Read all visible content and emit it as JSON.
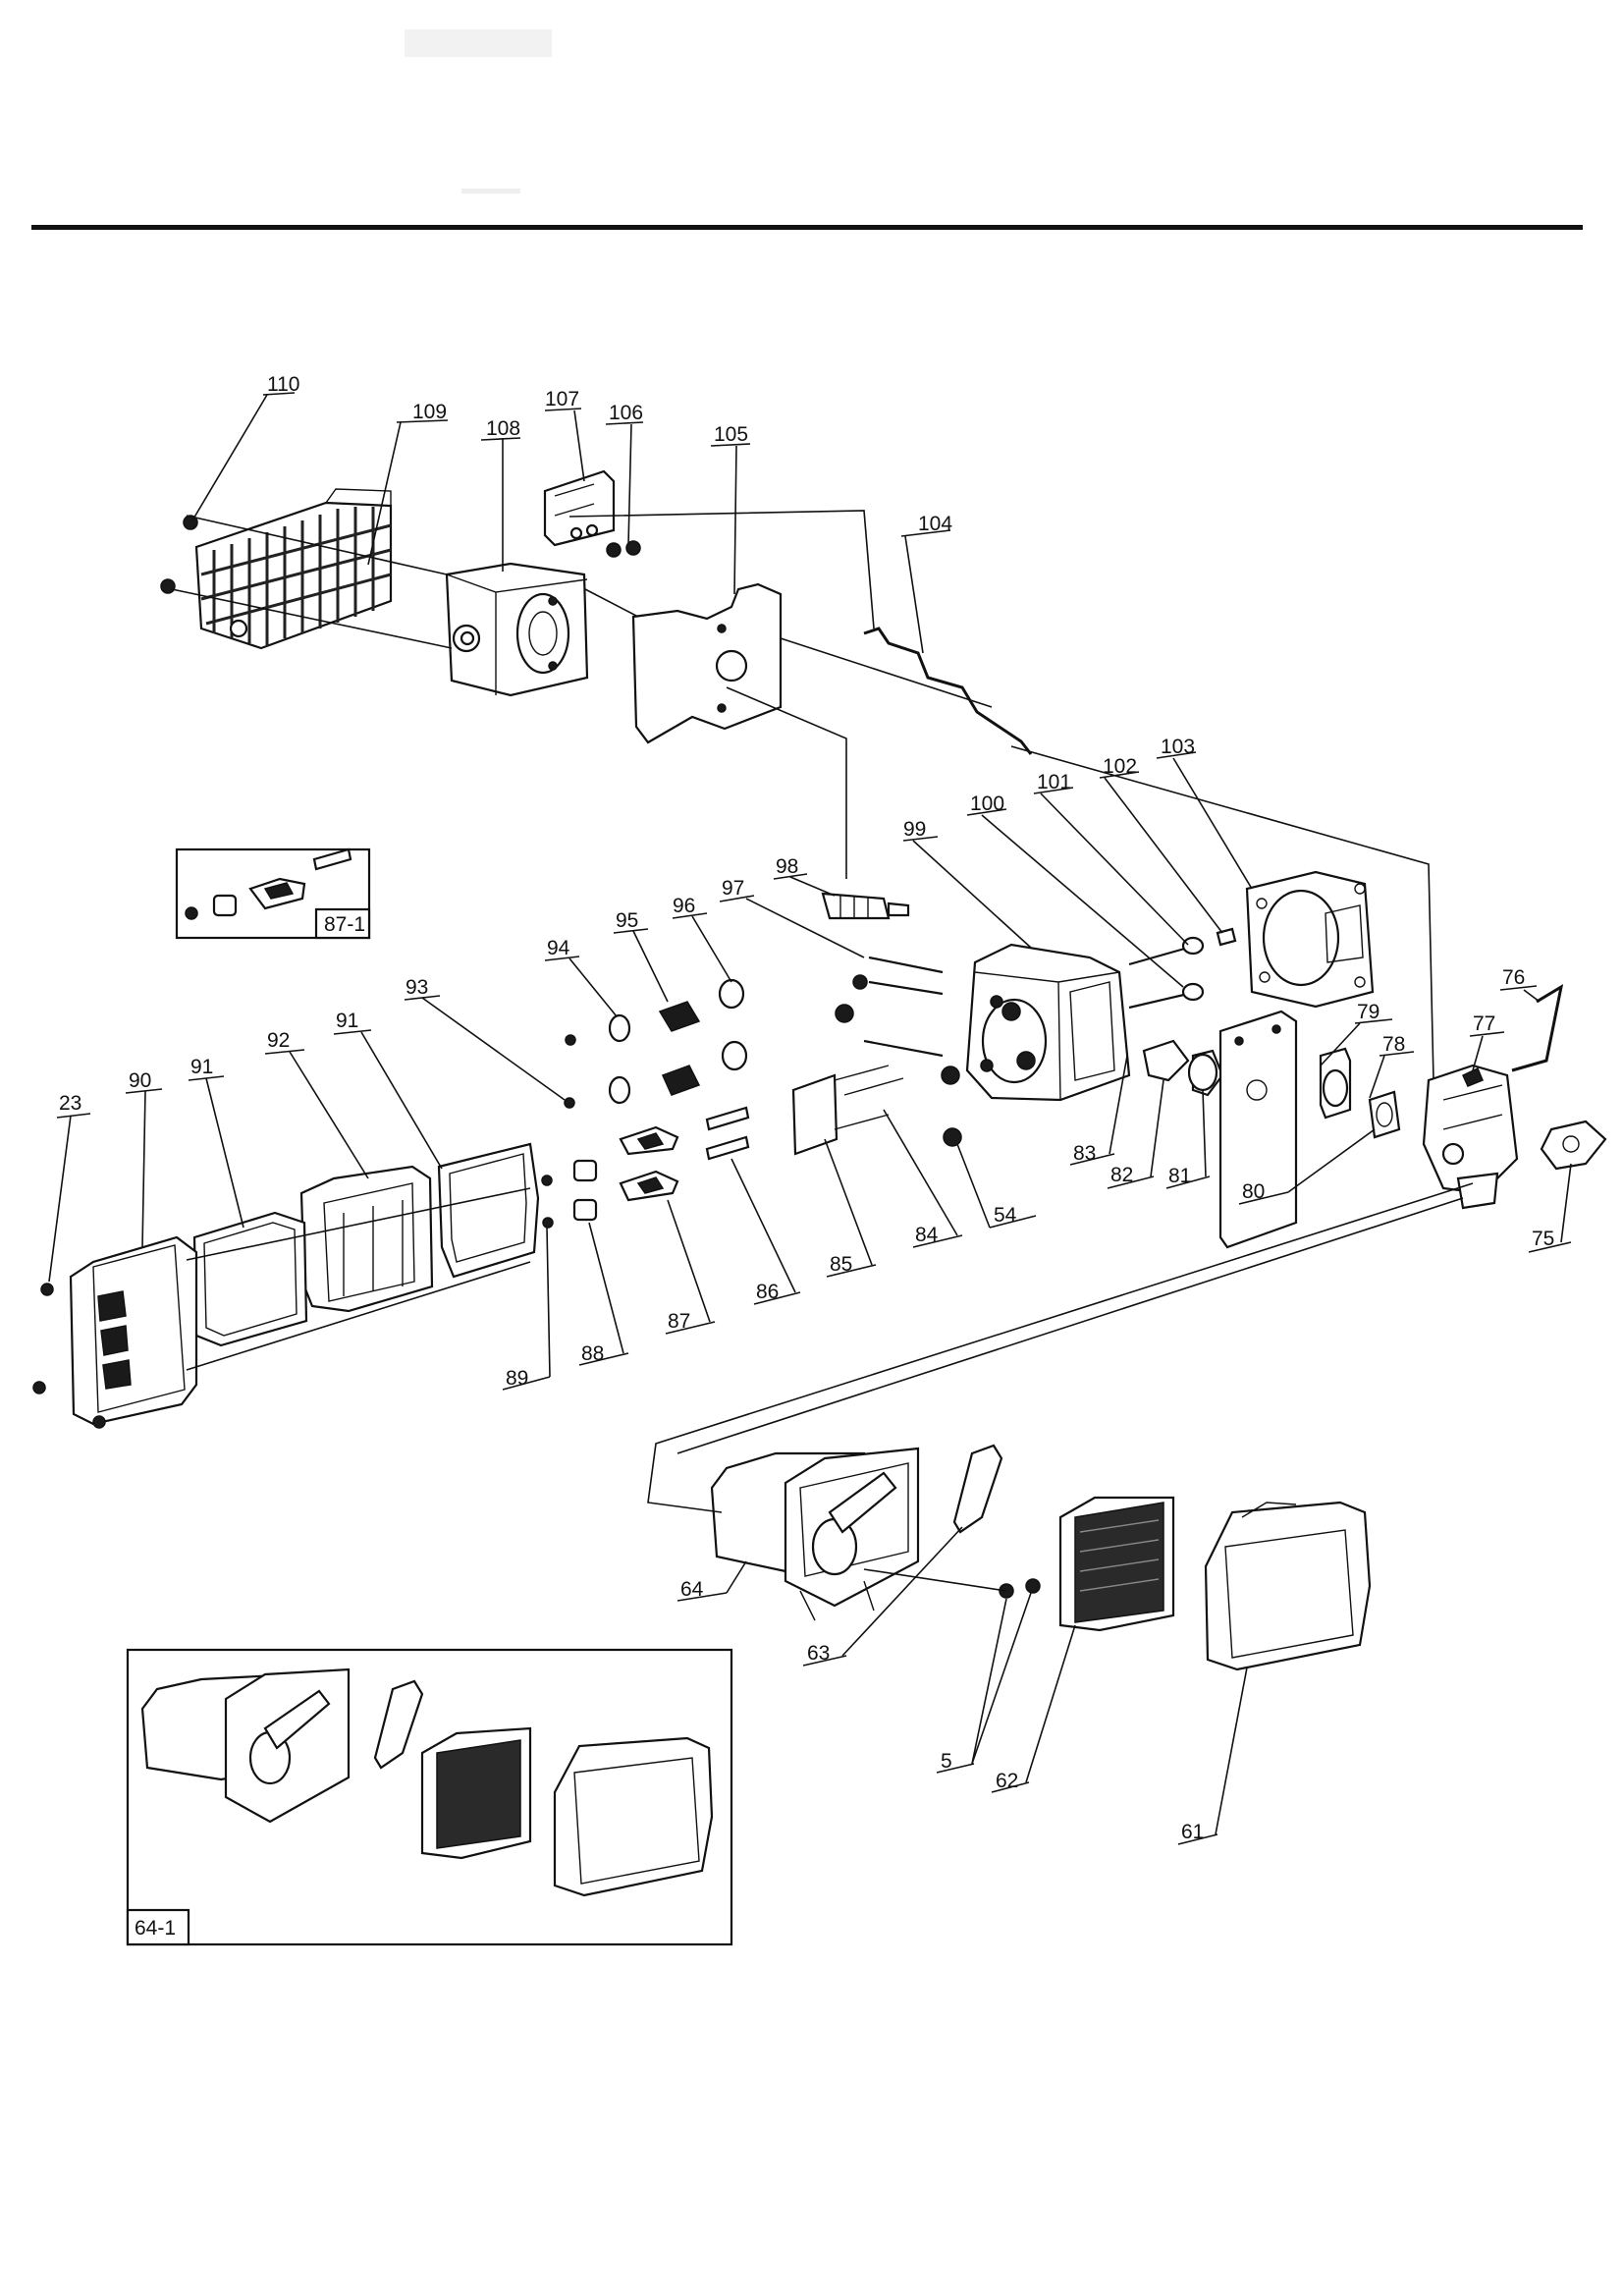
{
  "diagram": {
    "type": "exploded-parts-view",
    "part_labels": [
      "110",
      "109",
      "108",
      "107",
      "106",
      "105",
      "104",
      "103",
      "102",
      "101",
      "100",
      "99",
      "98",
      "97",
      "96",
      "95",
      "94",
      "93",
      "91",
      "92",
      "91",
      "90",
      "23",
      "89",
      "88",
      "87",
      "86",
      "85",
      "84",
      "54",
      "83",
      "82",
      "81",
      "80",
      "79",
      "78",
      "77",
      "76",
      "75",
      "64",
      "63",
      "5",
      "62",
      "61"
    ],
    "insets": [
      "87-1",
      "64-1"
    ]
  }
}
